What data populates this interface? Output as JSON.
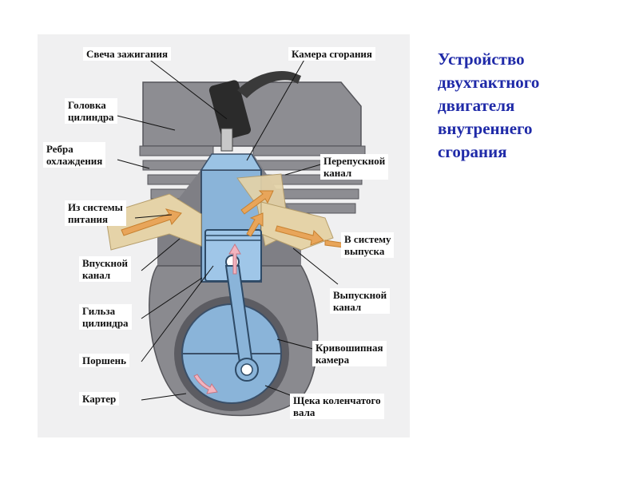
{
  "title": [
    "Устройство",
    "двухтактного",
    "двигателя",
    "внутреннего",
    "сгорания"
  ],
  "labels": {
    "spark_plug": [
      "Свеча зажигания"
    ],
    "combustion_chamber": [
      "Камера сгорания"
    ],
    "cylinder_head": [
      "Головка",
      "цилиндра"
    ],
    "cooling_fins": [
      "Ребра",
      "охлаждения"
    ],
    "transfer_port": [
      "Перепускной",
      "канал"
    ],
    "from_fuel_system": [
      "Из системы",
      "питания"
    ],
    "to_exhaust_system": [
      "В систему",
      "выпуска"
    ],
    "intake_port": [
      "Впускной",
      "канал"
    ],
    "exhaust_port": [
      "Выпускной",
      "канал"
    ],
    "cylinder_liner": [
      "Гильза",
      "цилиндра"
    ],
    "crank_chamber": [
      "Кривошипная",
      "камера"
    ],
    "piston": [
      "Поршень"
    ],
    "crankcase": [
      "Картер"
    ],
    "crank_web": [
      "Щека коленчатого",
      "вала"
    ]
  },
  "colors": {
    "title": "#1f2aa8",
    "body_gray": "#8a8a8f",
    "interior_gray": "#5c5c62",
    "flow_blue": "#8ab4d9",
    "mixture_tan": "#e5d3a8",
    "arrow_orange": "#e8a55a",
    "plug_black": "#2b2b2b"
  }
}
